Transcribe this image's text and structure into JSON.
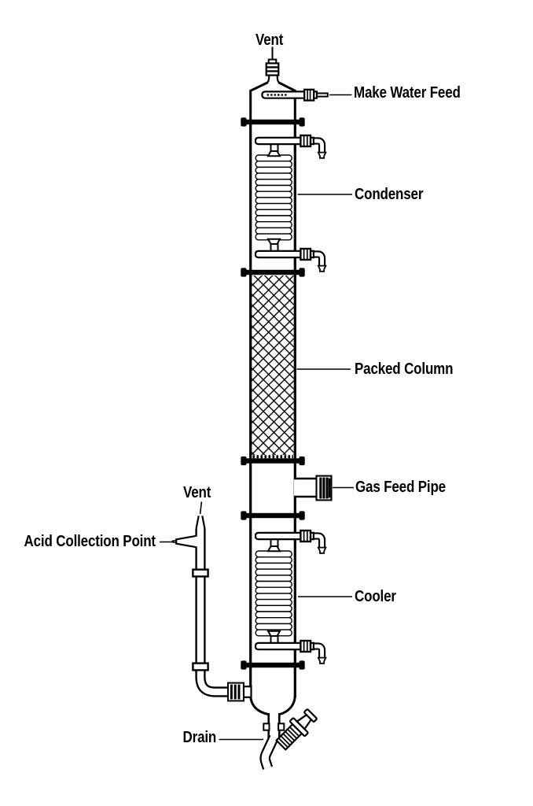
{
  "diagram": {
    "type": "process-equipment-line-drawing",
    "background": "#ffffff",
    "line_color": "#000000",
    "labels": {
      "vent_top": "Vent",
      "make_water_feed": "Make Water Feed",
      "condenser": "Condenser",
      "packed_column": "Packed Column",
      "gas_feed_pipe": "Gas Feed Pipe",
      "vent_left": "Vent",
      "acid_collection_point": "Acid Collection Point",
      "cooler": "Cooler",
      "drain": "Drain"
    }
  }
}
